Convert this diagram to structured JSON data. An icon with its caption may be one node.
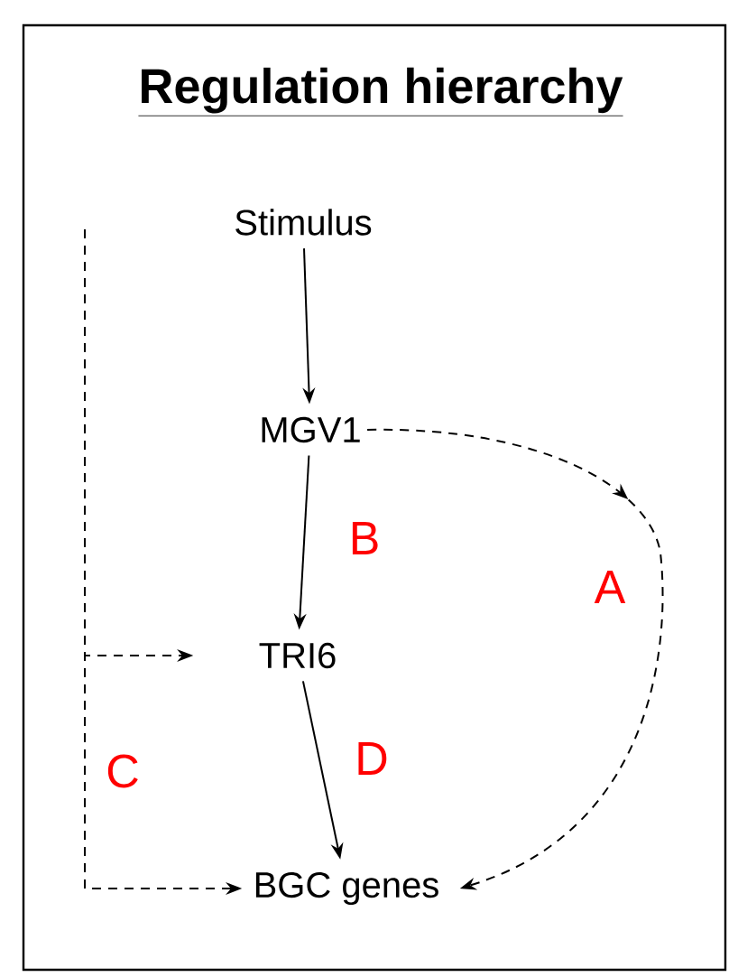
{
  "diagram": {
    "title": "Regulation hierarchy",
    "nodes": [
      {
        "text": [
          "Stimulus"
        ]
      },
      {
        "text": [
          "MGV1"
        ]
      },
      {
        "text": [
          "TRI6"
        ]
      },
      {
        "text": [
          "BGC genes"
        ]
      }
    ],
    "edges": [
      {
        "from": 0,
        "to": 1,
        "arrow": "to"
      },
      {
        "from": 1,
        "to": 2,
        "arrow": "to",
        "label": "B"
      },
      {
        "from": 2,
        "to": 3,
        "arrow": "to",
        "label": "D"
      },
      {
        "from": 1,
        "to": 3,
        "arrow": "to",
        "label": "A",
        "style": "dashed"
      },
      {
        "from": null,
        "to": 2,
        "arrow": "to",
        "style": "dashed"
      },
      {
        "from": null,
        "to": 3,
        "arrow": "to",
        "style": "dashed",
        "label": "C"
      }
    ]
  }
}
